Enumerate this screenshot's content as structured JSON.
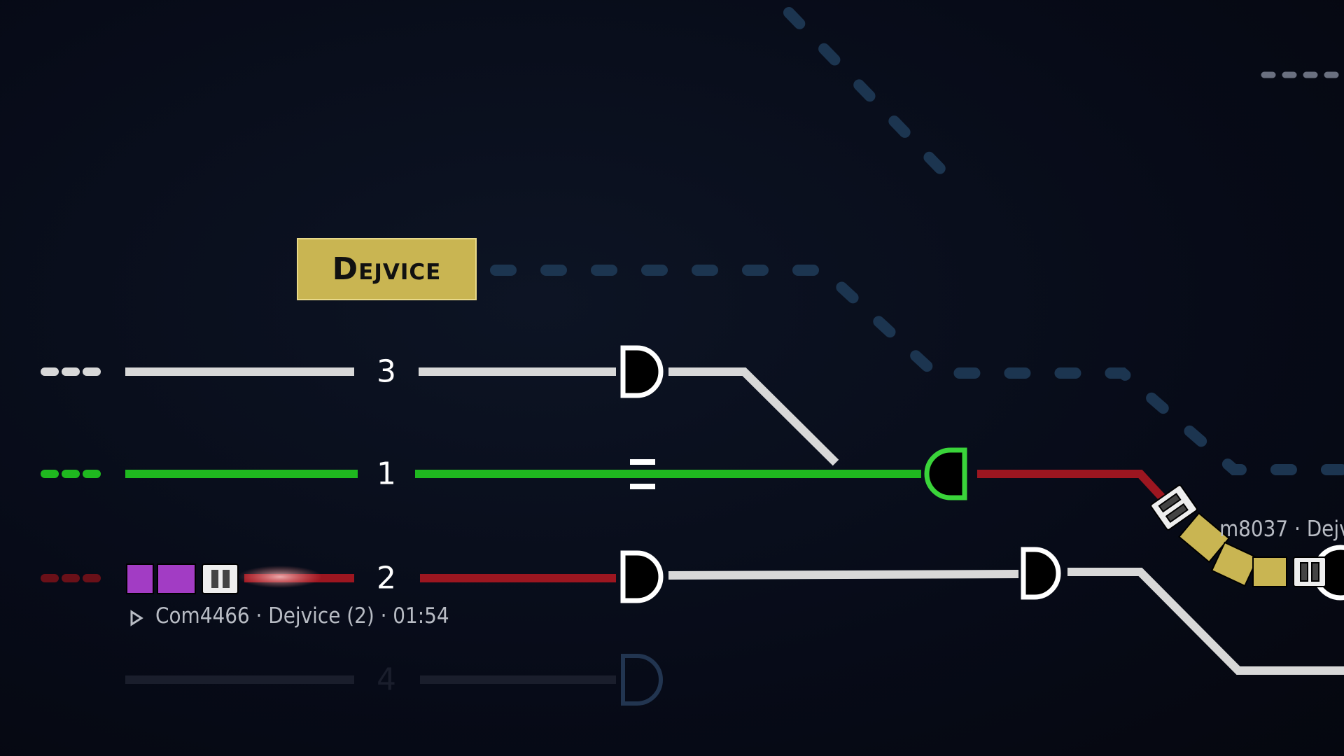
{
  "station": {
    "name": "Dejvice"
  },
  "tracks": [
    {
      "number": "3",
      "state": "free"
    },
    {
      "number": "1",
      "state": "route-set"
    },
    {
      "number": "2",
      "state": "occupied"
    },
    {
      "number": "4",
      "state": "inactive"
    }
  ],
  "trains": [
    {
      "info": "Com4466 · Dejvice (2) · 01:54",
      "icon": "play-triangle-icon"
    },
    {
      "info": "m8037 · Dejv"
    }
  ],
  "colors": {
    "free": "#d8d8d8",
    "route": "#1fb81f",
    "occupied": "#9c1620",
    "route_planned": "#1c3550",
    "station": "#c9b552",
    "train_purple": "#a23cc4",
    "train_yellow": "#c9b552"
  }
}
